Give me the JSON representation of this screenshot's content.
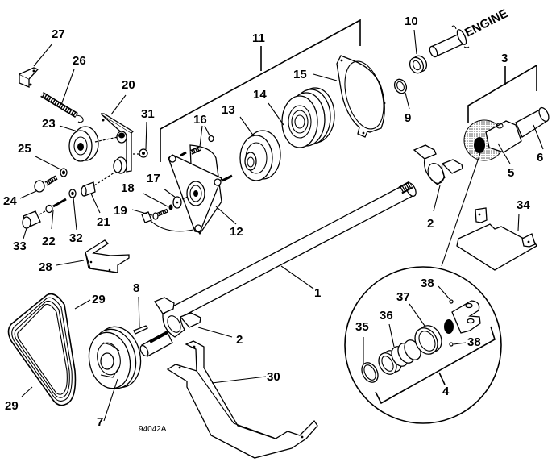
{
  "diagram": {
    "type": "exploded-parts-diagram",
    "figure_code": "94042A",
    "engine_label": "ENGINE",
    "callouts": {
      "c1": "1",
      "c2a": "2",
      "c2b": "2",
      "c3": "3",
      "c4": "4",
      "c5": "5",
      "c6": "6",
      "c7": "7",
      "c8": "8",
      "c9": "9",
      "c10": "10",
      "c11": "11",
      "c12": "12",
      "c13": "13",
      "c14": "14",
      "c15": "15",
      "c16": "16",
      "c17": "17",
      "c18": "18",
      "c19": "19",
      "c20": "20",
      "c21": "21",
      "c22": "22",
      "c23": "23",
      "c24": "24",
      "c25": "25",
      "c26": "26",
      "c27": "27",
      "c28": "28",
      "c29a": "29",
      "c29b": "29",
      "c30": "30",
      "c31": "31",
      "c32": "32",
      "c33": "33",
      "c34": "34",
      "c35": "35",
      "c36": "36",
      "c37": "37",
      "c38a": "38",
      "c38b": "38"
    }
  }
}
